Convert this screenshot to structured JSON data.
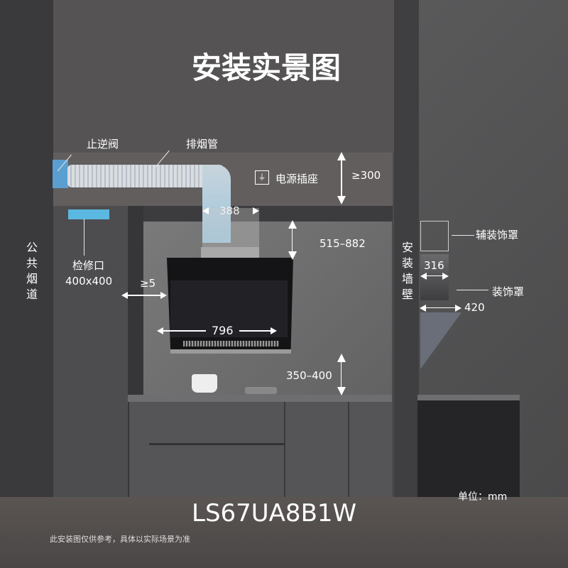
{
  "title": "安装实景图",
  "labels": {
    "check_valve": "止逆阀",
    "exhaust_pipe": "排烟管",
    "power_socket": "电源插座",
    "ceiling_gap": "≥300",
    "duct_width": "388",
    "height_range": "515–882",
    "public_flue": "公共烟道",
    "access_port": "检修口",
    "access_port_size": "400x400",
    "side_gap": "≥5",
    "hood_width": "796",
    "hob_height": "350–400",
    "install_wall": "安装墙壁",
    "aux_cover": "辅装饰罩",
    "aux_cover_width": "316",
    "cover": "装饰罩",
    "depth": "420",
    "unit": "单位：mm"
  },
  "model": "LS67UA8B1W",
  "disclaimer": "此安装图仅供参考，具体以实际场景为准",
  "colors": {
    "duct_blue": "#5a9fd0",
    "access_blue": "#5bb8e0"
  }
}
